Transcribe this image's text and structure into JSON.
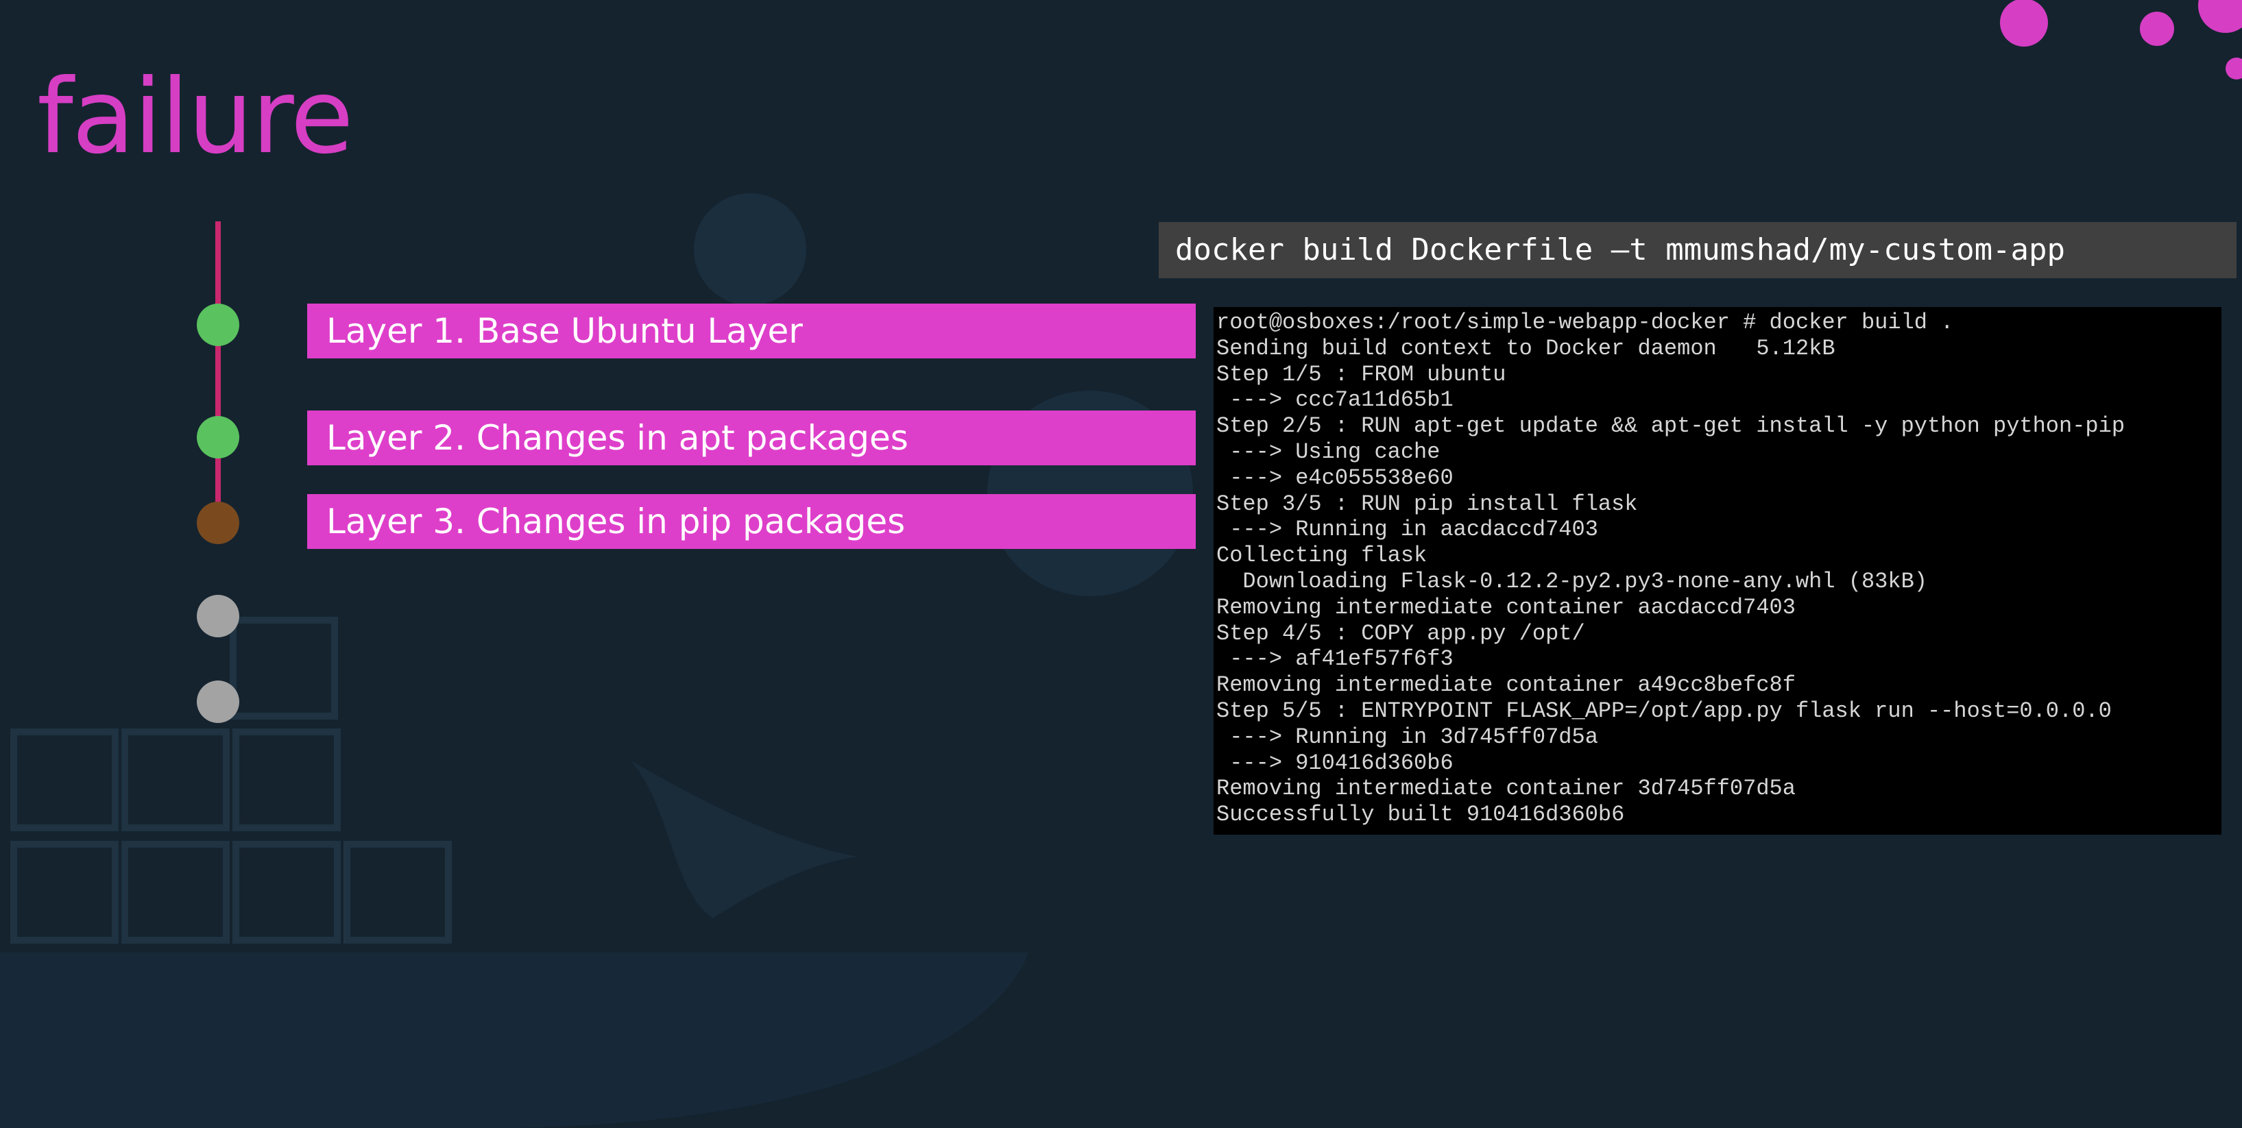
{
  "slide": {
    "title": "failure"
  },
  "layers": [
    {
      "label": "Layer 1. Base Ubuntu Layer",
      "status": "success"
    },
    {
      "label": "Layer 2. Changes in apt packages",
      "status": "success"
    },
    {
      "label": "Layer 3. Changes in pip packages",
      "status": "failed"
    },
    {
      "label": "",
      "status": "pending"
    },
    {
      "label": "",
      "status": "pending"
    }
  ],
  "command": "docker build Dockerfile –t mmumshad/my-custom-app",
  "terminal": {
    "lines": [
      "root@osboxes:/root/simple-webapp-docker # docker build .",
      "Sending build context to Docker daemon   5.12kB",
      "Step 1/5 : FROM ubuntu",
      " ---> ccc7a11d65b1",
      "Step 2/5 : RUN apt-get update && apt-get install -y python python-pip",
      " ---> Using cache",
      " ---> e4c055538e60",
      "Step 3/5 : RUN pip install flask",
      " ---> Running in aacdaccd7403",
      "Collecting flask",
      "  Downloading Flask-0.12.2-py2.py3-none-any.whl (83kB)",
      "Removing intermediate container aacdaccd7403",
      "Step 4/5 : COPY app.py /opt/",
      " ---> af41ef57f6f3",
      "Removing intermediate container a49cc8befc8f",
      "Step 5/5 : ENTRYPOINT FLASK_APP=/opt/app.py flask run --host=0.0.0.0",
      " ---> Running in 3d745ff07d5a",
      " ---> 910416d360b6",
      "Removing intermediate container 3d745ff07d5a",
      "Successfully built 910416d360b6"
    ]
  },
  "colors": {
    "background": "#15232f",
    "accent": "#de3fca",
    "success": "#5ac25f",
    "failed": "#7a4a1e",
    "pending": "#a3a3a3"
  }
}
